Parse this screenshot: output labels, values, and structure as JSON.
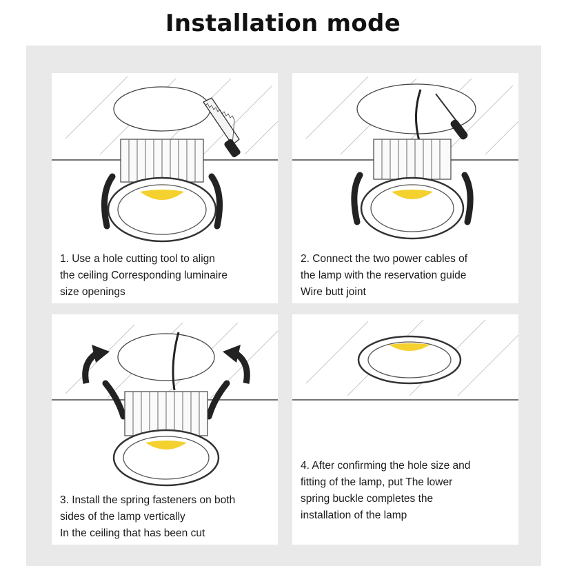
{
  "title": "Installation mode",
  "colors": {
    "frame": "#e9e9e9",
    "panel": "#ffffff",
    "lamp_light": "#f5d130",
    "fastener": "#222222",
    "outline": "#555555"
  },
  "steps": [
    {
      "lines": [
        "1. Use a hole cutting tool to align",
        "the ceiling Corresponding luminaire",
        "size openings"
      ],
      "icons": [
        "ceiling-hole-icon",
        "saw-icon",
        "downlight-lamp-icon"
      ]
    },
    {
      "lines": [
        "2. Connect the two power cables of",
        "the lamp with the reservation guide",
        "Wire butt joint"
      ],
      "icons": [
        "ceiling-hole-icon",
        "power-cable-icon",
        "screwdriver-icon",
        "downlight-lamp-icon"
      ]
    },
    {
      "lines": [
        "3. Install the spring fasteners on both",
        "sides of the lamp vertically",
        "In the ceiling that has been cut"
      ],
      "icons": [
        "ceiling-hole-icon",
        "curved-arrow-icon",
        "spring-fastener-icon",
        "downlight-lamp-icon"
      ]
    },
    {
      "lines": [
        "4. After confirming the hole size and",
        "fitting of the lamp, put The lower",
        "spring buckle completes the",
        "installation of the lamp"
      ],
      "icons": [
        "installed-lamp-icon"
      ]
    }
  ]
}
